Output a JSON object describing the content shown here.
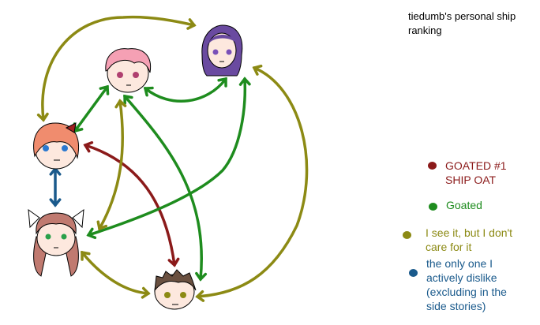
{
  "title": "tiedumb's personal ship ranking",
  "colors": {
    "goated_1": "#8b1a1a",
    "goated": "#1e8c1e",
    "see_it": "#8c8a14",
    "dislike": "#1a5a8c",
    "outline": "#000000",
    "sayori_hair": "#f08c6e",
    "sayori_bow": "#a02020",
    "natsuki_hair": "#f5a0b4",
    "yuri_hair": "#6a4aa0",
    "monika_hair": "#c07a70",
    "mc_hair": "#6a5040",
    "skin": "#fde8de"
  },
  "nodes": [
    {
      "id": "natsuki",
      "icon": "natsuki-head-icon"
    },
    {
      "id": "yuri",
      "icon": "yuri-head-icon"
    },
    {
      "id": "sayori",
      "icon": "sayori-head-icon"
    },
    {
      "id": "monika",
      "icon": "monika-head-icon"
    },
    {
      "id": "mc",
      "icon": "mc-head-icon"
    }
  ],
  "edges": [
    {
      "from": "sayori",
      "to": "mc",
      "category": "goated_1"
    },
    {
      "from": "sayori",
      "to": "natsuki",
      "category": "goated"
    },
    {
      "from": "natsuki",
      "to": "yuri",
      "category": "goated"
    },
    {
      "from": "natsuki",
      "to": "mc",
      "category": "goated"
    },
    {
      "from": "monika",
      "to": "yuri",
      "category": "goated"
    },
    {
      "from": "sayori",
      "to": "yuri",
      "category": "see_it"
    },
    {
      "from": "yuri",
      "to": "mc",
      "category": "see_it"
    },
    {
      "from": "natsuki",
      "to": "monika",
      "category": "see_it"
    },
    {
      "from": "monika",
      "to": "mc",
      "category": "see_it"
    },
    {
      "from": "sayori",
      "to": "monika",
      "category": "dislike"
    }
  ],
  "legend": [
    {
      "key": "goated_1",
      "label": "GOATED #1\nSHIP OAT"
    },
    {
      "key": "goated",
      "label": "Goated"
    },
    {
      "key": "see_it",
      "label": "I see it, but I don't\ncare for it"
    },
    {
      "key": "dislike",
      "label": "the only one I\nactively dislike\n(excluding in the\nside stories)"
    }
  ]
}
